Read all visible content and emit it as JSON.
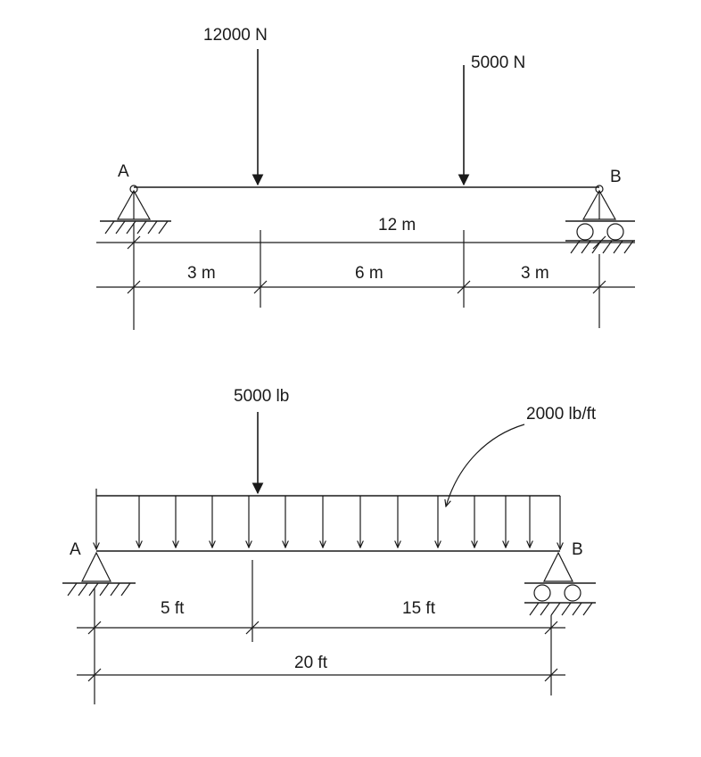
{
  "diagrams": [
    {
      "loads": {
        "left_force": "12000 N",
        "right_force": "5000 N"
      },
      "supports": {
        "left": "A",
        "right": "B"
      },
      "dimensions": {
        "total": "12 m",
        "segment_1": "3 m",
        "segment_2": "6 m",
        "segment_3": "3 m"
      }
    },
    {
      "loads": {
        "point": "5000 lb",
        "distributed": "2000 lb/ft"
      },
      "supports": {
        "left": "A",
        "right": "B"
      },
      "dimensions": {
        "segment_1": "5 ft",
        "segment_2": "15 ft",
        "total": "20 ft"
      }
    }
  ]
}
